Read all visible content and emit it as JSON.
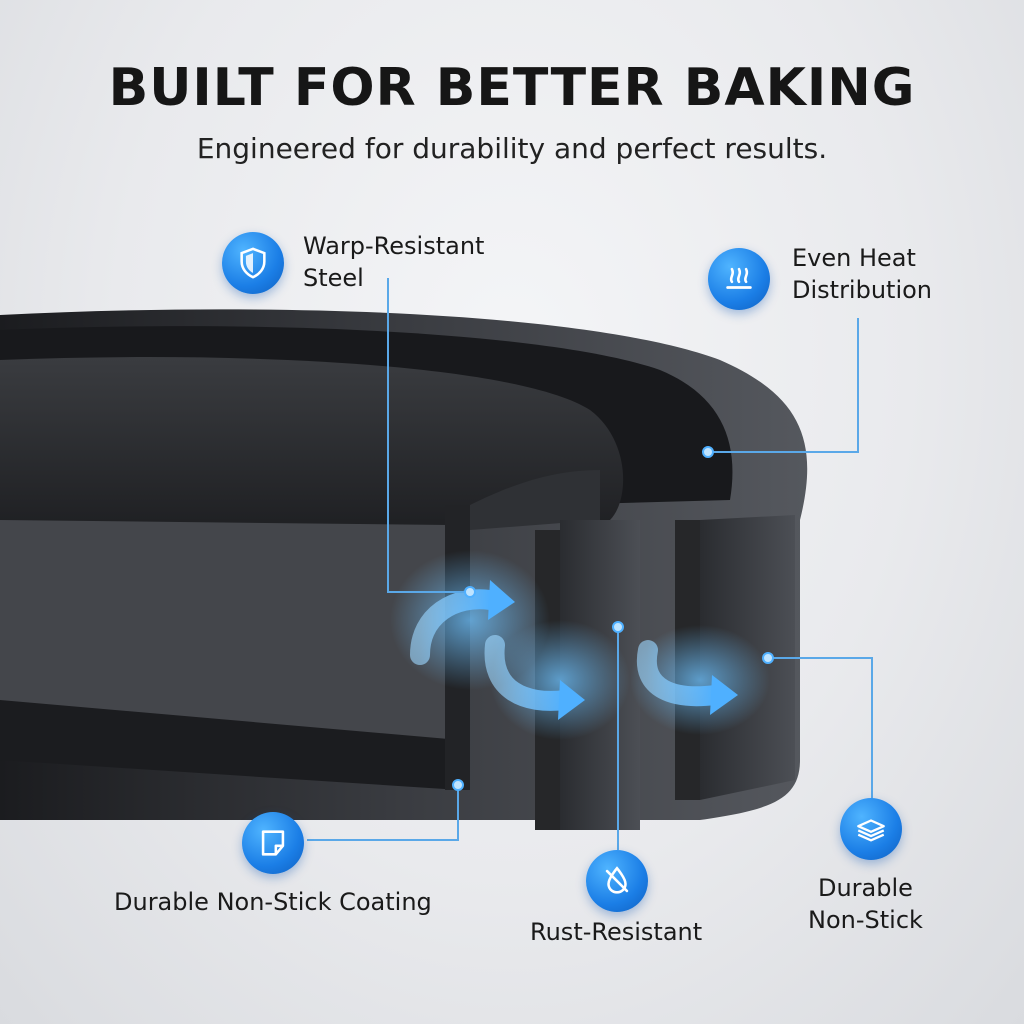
{
  "header": {
    "title": "BUILT FOR BETTER BAKING",
    "subtitle": "Engineered for durability and perfect results."
  },
  "features": {
    "warp": {
      "line1": "Warp-Resistant",
      "line2": "Steel",
      "icon": "shield-icon"
    },
    "heat": {
      "line1": "Even Heat",
      "line2": "Distribution",
      "icon": "heat-waves-icon"
    },
    "coating": {
      "label": "Durable Non-Stick Coating",
      "icon": "sticky-note-icon"
    },
    "rust": {
      "label": "Rust-Resistant",
      "icon": "no-drop-icon"
    },
    "nonstick": {
      "line1": "Durable",
      "line2": "Non-Stick",
      "icon": "layers-icon"
    }
  },
  "colors": {
    "accent": "#1b7ee6",
    "glow": "#6fc3ff",
    "pan": "#2b2d31"
  }
}
